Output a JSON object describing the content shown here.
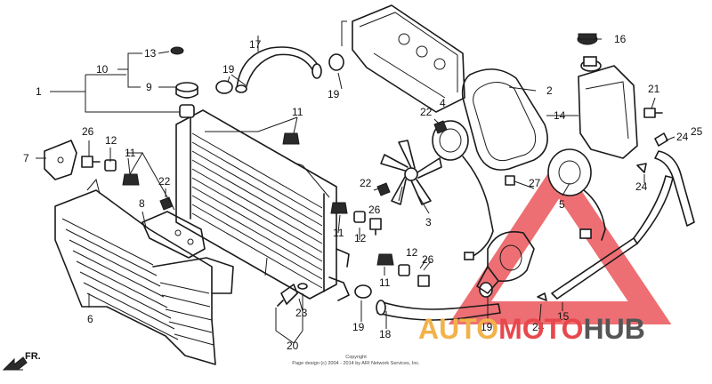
{
  "callouts": [
    "1",
    "2",
    "3",
    "4",
    "5",
    "6",
    "7",
    "8",
    "9",
    "10",
    "11",
    "12",
    "13",
    "14",
    "15",
    "16",
    "17",
    "18",
    "19",
    "20",
    "21",
    "22",
    "23",
    "24",
    "25",
    "26",
    "27"
  ],
  "direction_label": "FR.",
  "copyright": {
    "line1": "Copyright",
    "line2": "Page design (c) 2004 - 2014 by ARI Network Services, Inc."
  },
  "watermark": {
    "part1": "AUTO",
    "part2": "MOTO",
    "part3": "HUB",
    "color_orange": "#f2b24a",
    "color_red": "#e8474c",
    "color_gray": "#555555"
  }
}
